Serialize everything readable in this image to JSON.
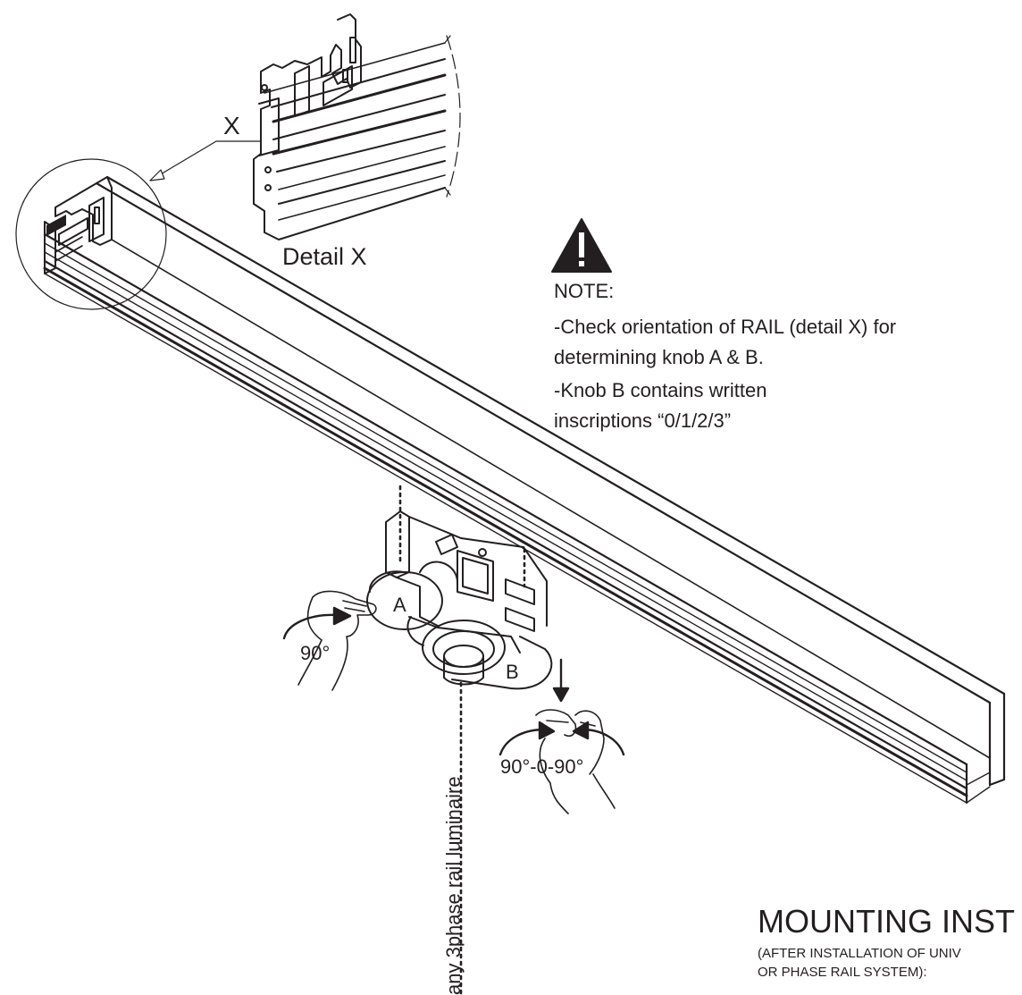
{
  "detail": {
    "marker": "X",
    "caption": "Detail X"
  },
  "note": {
    "heading": "NOTE:",
    "lines": [
      "-Check orientation of RAIL (detail X) for",
      "determining knob A & B.",
      "-Knob B contains written",
      "inscriptions “0/1/2/3”"
    ]
  },
  "knobs": {
    "a_label": "A",
    "b_label": "B",
    "a_rotation": "90°",
    "b_rotation": "90°-0-90°"
  },
  "luminaire_caption": "any 3phase rail luminaire",
  "mounting": {
    "title": "MOUNTING INST",
    "subtitle_line1": "(AFTER INSTALLATION OF UNIV",
    "subtitle_line2": "OR PHASE RAIL SYSTEM):"
  },
  "colors": {
    "ink": "#231f20",
    "warning_fill": "#231f20"
  }
}
